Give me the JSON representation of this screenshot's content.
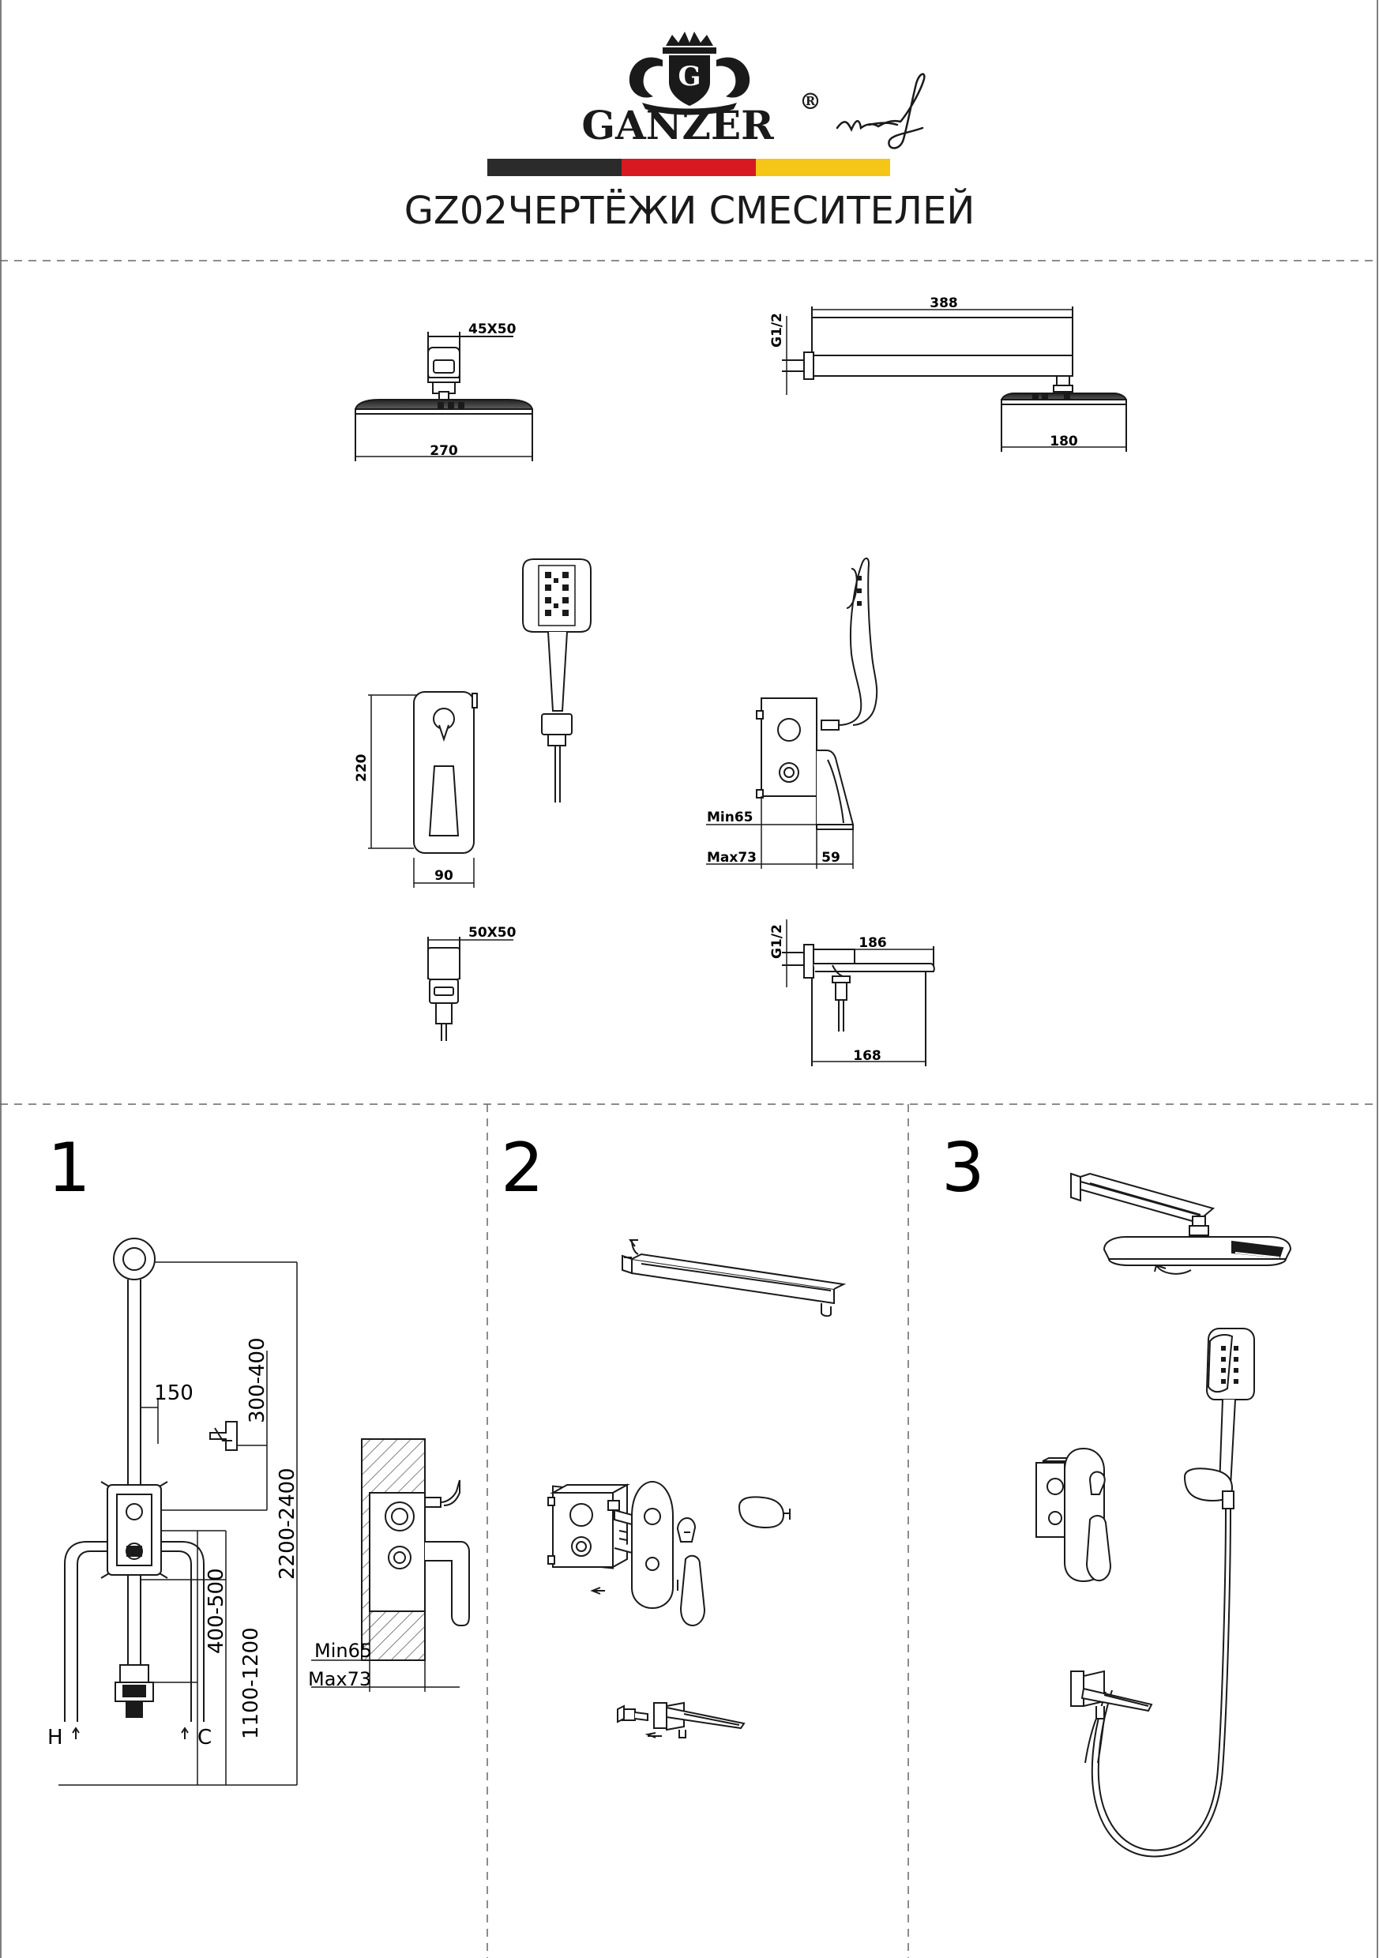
{
  "header": {
    "brand": "GANZER",
    "registered": "®",
    "title": "GZ02ЧЕРТЁЖИ СМЕСИТЕЛЕЙ",
    "flag_colors": [
      "#2b2b2b",
      "#d71921",
      "#f5c518"
    ]
  },
  "dimensions": {
    "overhead_connector": "45X50",
    "overhead_width": "270",
    "arm_length": "388",
    "arm_thread": "G1/2",
    "overhead_side_width": "180",
    "mixer_height": "220",
    "mixer_width": "90",
    "mixer_min_depth": "Min65",
    "mixer_max_depth": "Max73",
    "mixer_lever_depth": "59",
    "holder_connector": "50X50",
    "spout_thread": "G1/2",
    "spout_length": "186",
    "spout_reach": "168"
  },
  "installation": {
    "step1": "1",
    "step2": "2",
    "step3": "3",
    "holder_offset": "150",
    "holder_height": "300-400",
    "total_height": "2200-2400",
    "mixer_to_spout": "400-500",
    "mixer_from_floor": "1100-1200",
    "hot_label": "H",
    "cold_label": "C",
    "min_depth": "Min65",
    "max_depth": "Max73"
  }
}
